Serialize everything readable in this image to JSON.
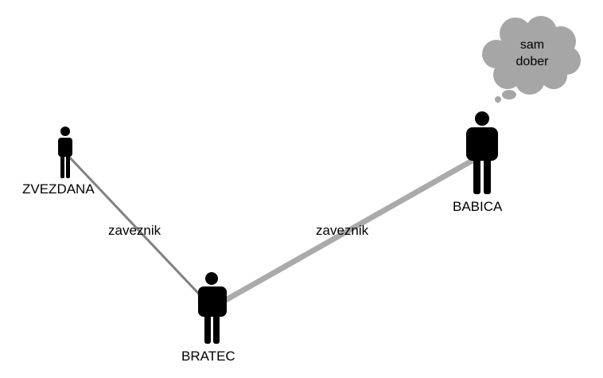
{
  "colors": {
    "background": "#ffffff",
    "person": "#000000",
    "edge_thin": "#808080",
    "edge_thick": "#aaaaaa",
    "thought_bubble": "#a6a6a6"
  },
  "nodes": [
    {
      "id": "zvezdana",
      "label": "ZVEZDANA",
      "icon": "person-icon"
    },
    {
      "id": "bratec",
      "label": "BRATEC",
      "icon": "person-icon"
    },
    {
      "id": "babica",
      "label": "BABICA",
      "icon": "person-icon"
    }
  ],
  "edges": [
    {
      "from": "zvezdana",
      "to": "bratec",
      "label": "zaveznik"
    },
    {
      "from": "bratec",
      "to": "babica",
      "label": "zaveznik"
    }
  ],
  "thought": {
    "of": "babica",
    "line1": "sam",
    "line2": "dober",
    "icon": "thought-bubble-icon"
  }
}
